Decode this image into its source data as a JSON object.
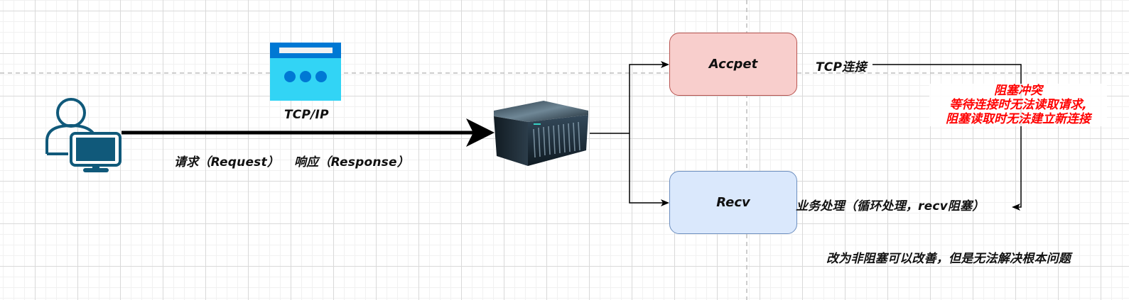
{
  "diagram": {
    "client": {
      "icon": "user-computer-icon",
      "color": "#10597A"
    },
    "protocol": {
      "icon": "browser-window-icon",
      "label": "TCP/IP",
      "bar_color": "#0078D4",
      "body_color": "#32D4F5"
    },
    "request_label": "请求（Request）",
    "response_label": "响应（Response）",
    "server": {
      "icon": "server-rack-icon"
    },
    "accept_node": {
      "label": "Accpet",
      "fill": "#f8cecc",
      "stroke": "#b85450"
    },
    "recv_node": {
      "label": "Recv",
      "fill": "#dae8fc",
      "stroke": "#6c8ebf"
    },
    "tcp_connect_label": "TCP连接",
    "business_label": "业务处理（循环处理，recv阻塞）",
    "blocking_note": {
      "color": "#ff0000",
      "lines": [
        "阻塞冲突",
        "等待连接时无法读取请求,",
        "阻塞读取时无法建立新连接"
      ]
    },
    "footer_note": "改为非阻塞可以改善，但是无法解决根本问题"
  }
}
